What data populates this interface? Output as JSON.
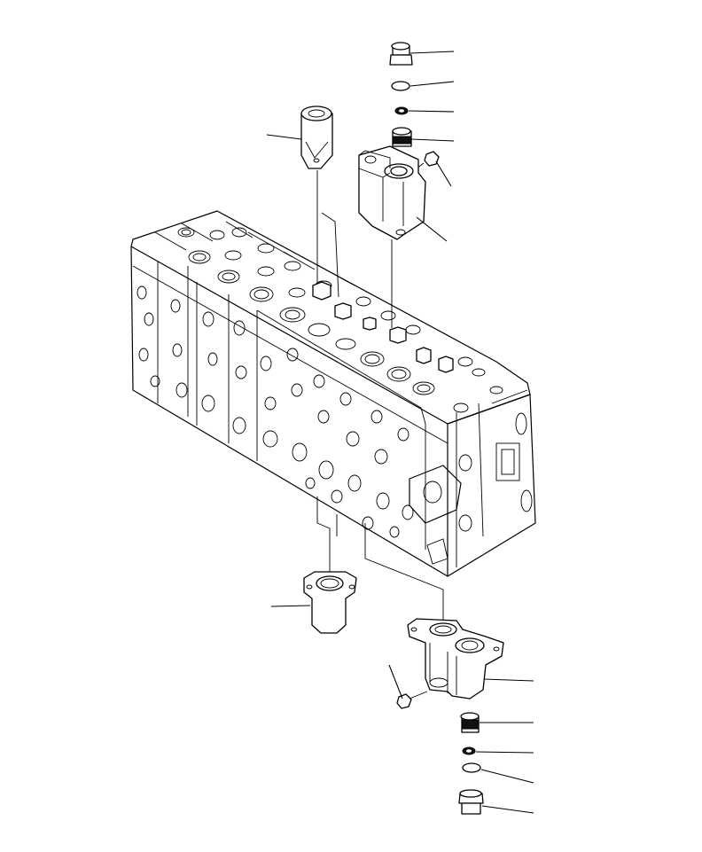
{
  "drawing": {
    "background_color": "#ffffff",
    "line_color": "#000000",
    "parts": [
      {
        "name": "plug-upper"
      },
      {
        "name": "o-ring-upper"
      },
      {
        "name": "back-up-ring-upper"
      },
      {
        "name": "valve-insert-upper"
      },
      {
        "name": "bolt-upper"
      },
      {
        "name": "valve-housing-upper"
      },
      {
        "name": "cover-upper-left"
      },
      {
        "name": "cover-lower-left"
      },
      {
        "name": "bolt-lower"
      },
      {
        "name": "valve-housing-lower"
      },
      {
        "name": "valve-insert-lower"
      },
      {
        "name": "back-up-ring-lower"
      },
      {
        "name": "o-ring-lower"
      },
      {
        "name": "plug-lower"
      }
    ]
  }
}
